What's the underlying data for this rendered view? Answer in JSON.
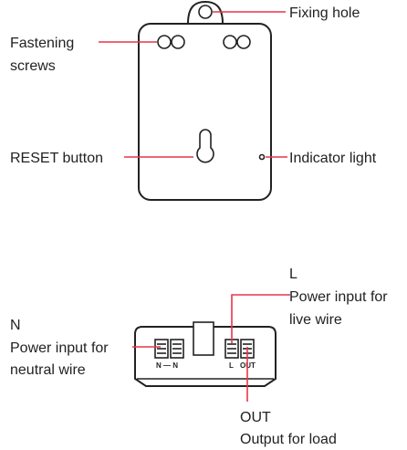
{
  "front_view": {
    "labels": {
      "fixing_hole": "Fixing hole",
      "fastening_line1": "Fastening",
      "fastening_line2": "screws",
      "reset_button": "RESET button",
      "indicator_light": "Indicator light"
    }
  },
  "side_view": {
    "labels": {
      "l_title": "L",
      "l_line1": "Power input for",
      "l_line2": "live wire",
      "n_title": "N",
      "n_line1": "Power input for",
      "n_line2": "neutral wire",
      "out_title": "OUT",
      "out_line1": "Output for load"
    },
    "terminal_markings": {
      "n_pair": "N — N",
      "l": "L",
      "out": "OUT"
    }
  },
  "colors": {
    "leader_line": "#e8354a",
    "outline": "#222222"
  }
}
